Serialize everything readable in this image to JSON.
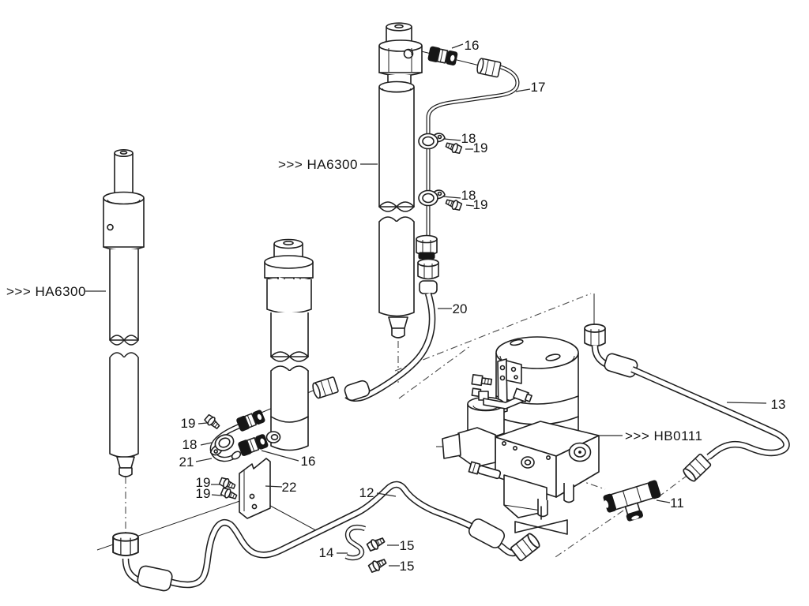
{
  "diagram": {
    "type": "exploded-parts-diagram",
    "background_color": "#ffffff",
    "line_color": "#1e1e1e",
    "fitting_color": "#161616",
    "callouts": {
      "n16_top": "16",
      "n17": "17",
      "n18_a": "18",
      "n19_a": "19",
      "n18_b": "18",
      "n19_b": "19",
      "n20": "20",
      "n13": "13",
      "n19_ml": "19",
      "n18_ml": "18",
      "n21": "21",
      "n16_m": "16",
      "n19_s1": "19",
      "n19_s2": "19",
      "n22": "22",
      "n12": "12",
      "n11": "11",
      "n14": "14",
      "n15_a": "15",
      "n15_b": "15"
    },
    "references": {
      "ha6300_left": ">>> HA6300",
      "ha6300_mid": ">>> HA6300",
      "hb0111": ">>> HB0111"
    }
  }
}
